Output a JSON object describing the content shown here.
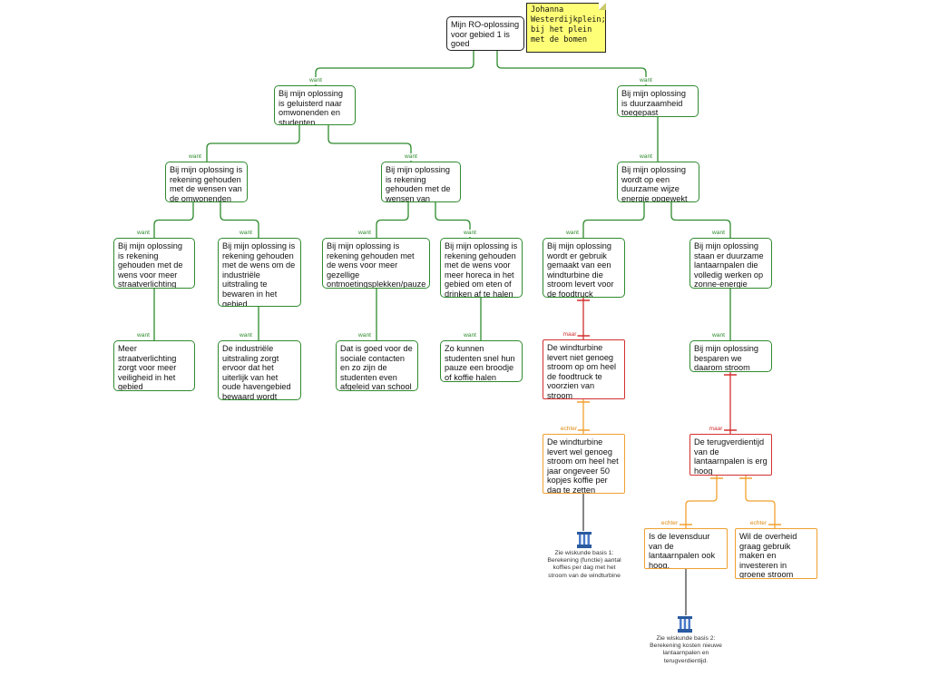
{
  "note": {
    "text": "Johanna Westerdijkplein; bij het plein met de bomen"
  },
  "labels": {
    "want": "want",
    "maar": "maar",
    "echter": "echter"
  },
  "nodes": {
    "root": "Mijn RO-oplossing voor gebied 1 is goed",
    "a": "Bij mijn oplossing is geluisterd naar omwonenden en studenten",
    "b": "Bij mijn oplossing is duurzaamheid toegepast",
    "a1": "Bij mijn oplossing is rekening gehouden met de wensen van de omwonenden",
    "a2": "Bij mijn oplossing is rekening gehouden met de wensen van studenten",
    "b1": "Bij mijn oplossing wordt op een duurzame wijze energie opgewekt",
    "a1a": "Bij mijn oplossing is rekening gehouden met de wens voor meer straatverlichting",
    "a1b": "Bij mijn oplossing is rekening gehouden met de wens om de industriële uitstraling te bewaren in het gebied",
    "a2a": "Bij mijn oplossing is rekening gehouden met de wens voor meer gezellige ontmoetingsplekken/pauze plekken",
    "a2b": "Bij mijn oplossing is rekening gehouden met de wens voor meer horeca in het gebied om eten of drinken af te halen",
    "b1a": "Bij mijn oplossing wordt er gebruik gemaakt van een windturbine die stroom levert voor de foodtruck",
    "b1b": "Bij mijn oplossing staan er duurzame lantaarnpalen die volledig werken op zonne-energie",
    "a1a1": "Meer straatverlichting zorgt voor meer veiligheid in het gebied",
    "a1b1": "De industriële uitstraling zorgt ervoor dat het uiterlijk van het oude havengebied bewaard wordt",
    "a2a1": "Dat is goed voor de sociale contacten en zo zijn de studenten even afgeleid van school",
    "a2b1": "Zo kunnen studenten snel hun pauze een broodje of koffie halen",
    "r1": "De windturbine levert niet genoeg stroom op om heel de foodtruck te voorzien van stroom",
    "b1b1": "Bij mijn oplossing besparen we daarom stroom",
    "e1": "De windturbine levert wel genoeg stroom om heel het jaar ongeveer 50 kopjes koffie per dag te zetten",
    "r2": "De terugverdientijd van de lantaarnpalen is erg hoog",
    "e2": "Is de levensduur van de lantaarnpalen ook hoog.",
    "e3": "Wil de overheid graag gebruik maken en investeren in groene stroom"
  },
  "refs": {
    "ref1": "Zie wiskunde basis 1: Berekening (functie) aantal koffies per dag met het stroom van de windturbine",
    "ref2": "Zie wiskunde basis 2: Berekening kosten nieuwe lantaarnpalen en terugverdientijd."
  },
  "colors": {
    "support": "#2e8b2e",
    "rebuttal": "#d23030",
    "objection": "#f0a030",
    "note": "#ffff77",
    "reference": "#2a5aa0"
  }
}
